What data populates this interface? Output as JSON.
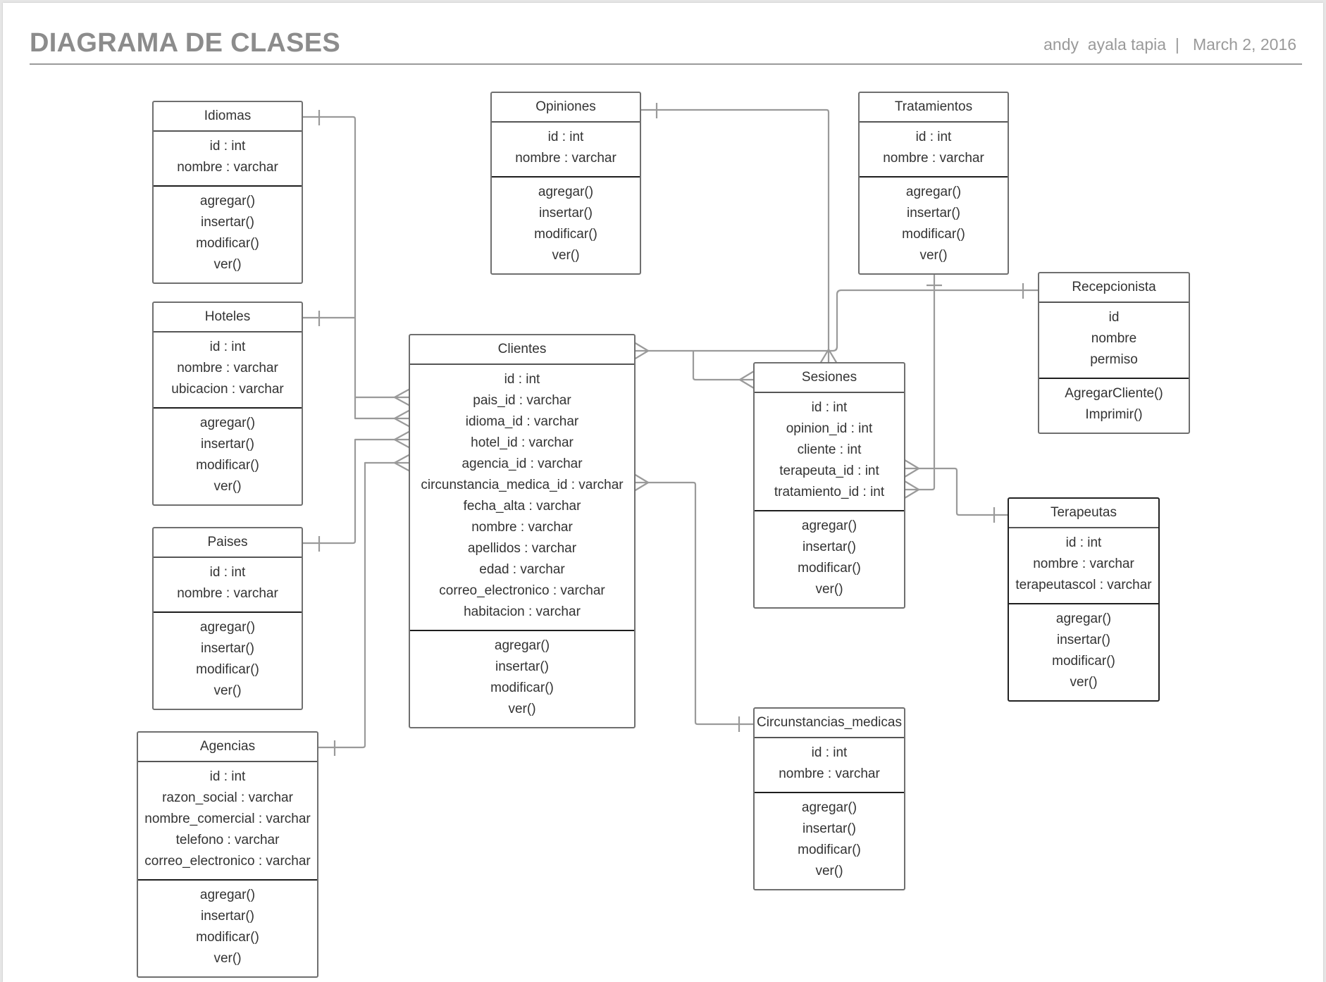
{
  "header": {
    "title": "DIAGRAMA DE CLASES",
    "author": "andy  ayala tapia",
    "separator": "|",
    "date": "March 2, 2016"
  },
  "classes": {
    "idiomas": {
      "name": "Idiomas",
      "attributes": [
        "id : int",
        "nombre : varchar"
      ],
      "methods": [
        "agregar()",
        "insertar()",
        "modificar()",
        "ver()"
      ]
    },
    "hoteles": {
      "name": "Hoteles",
      "attributes": [
        "id : int",
        "nombre : varchar",
        "ubicacion : varchar"
      ],
      "methods": [
        "agregar()",
        "insertar()",
        "modificar()",
        "ver()"
      ]
    },
    "paises": {
      "name": "Paises",
      "attributes": [
        "id : int",
        "nombre : varchar"
      ],
      "methods": [
        "agregar()",
        "insertar()",
        "modificar()",
        "ver()"
      ]
    },
    "agencias": {
      "name": "Agencias",
      "attributes": [
        "id : int",
        "razon_social : varchar",
        "nombre_comercial : varchar",
        "telefono : varchar",
        "correo_electronico : varchar"
      ],
      "methods": [
        "agregar()",
        "insertar()",
        "modificar()",
        "ver()"
      ]
    },
    "opiniones": {
      "name": "Opiniones",
      "attributes": [
        "id : int",
        "nombre : varchar"
      ],
      "methods": [
        "agregar()",
        "insertar()",
        "modificar()",
        "ver()"
      ]
    },
    "clientes": {
      "name": "Clientes",
      "attributes": [
        "id : int",
        "pais_id : varchar",
        "idioma_id : varchar",
        "hotel_id : varchar",
        "agencia_id : varchar",
        "circunstancia_medica_id : varchar",
        "fecha_alta : varchar",
        "nombre : varchar",
        "apellidos : varchar",
        "edad : varchar",
        "correo_electronico : varchar",
        "habitacion : varchar"
      ],
      "methods": [
        "agregar()",
        "insertar()",
        "modificar()",
        "ver()"
      ]
    },
    "tratamientos": {
      "name": "Tratamientos",
      "attributes": [
        "id : int",
        "nombre : varchar"
      ],
      "methods": [
        "agregar()",
        "insertar()",
        "modificar()",
        "ver()"
      ]
    },
    "sesiones": {
      "name": "Sesiones",
      "attributes": [
        "id : int",
        "opinion_id : int",
        "cliente : int",
        "terapeuta_id : int",
        "tratamiento_id : int"
      ],
      "methods": [
        "agregar()",
        "insertar()",
        "modificar()",
        "ver()"
      ]
    },
    "recepcionista": {
      "name": "Recepcionista",
      "attributes": [
        "id",
        "nombre",
        "permiso"
      ],
      "methods": [
        "AgregarCliente()",
        "Imprimir()"
      ]
    },
    "terapeutas": {
      "name": "Terapeutas",
      "attributes": [
        "id : int",
        "nombre : varchar",
        "terapeutascol : varchar"
      ],
      "methods": [
        "agregar()",
        "insertar()",
        "modificar()",
        "ver()"
      ]
    },
    "circunstancias": {
      "name": "Circunstancias_medicas",
      "attributes": [
        "id : int",
        "nombre : varchar"
      ],
      "methods": [
        "agregar()",
        "insertar()",
        "modificar()",
        "ver()"
      ]
    }
  },
  "colors": {
    "connector": "#9a9a9a",
    "title": "#8c8c8c"
  }
}
